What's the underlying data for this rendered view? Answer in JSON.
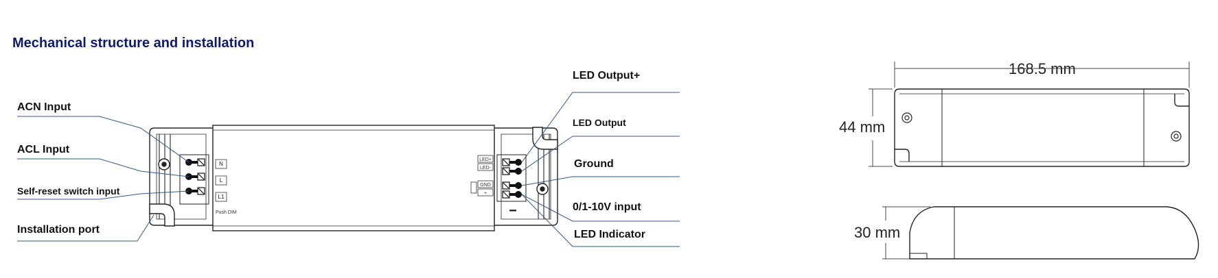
{
  "heading": "Mechanical structure and installation",
  "left_labels": {
    "acn": "ACN Input",
    "acl": "ACL Input",
    "self_reset": "Self-reset switch input",
    "install_port": "Installation port"
  },
  "right_labels": {
    "led_plus": "LED Output+",
    "led_minus": "LED Output",
    "ground": "Ground",
    "dim_input": "0/1-10V input",
    "indicator": "LED Indicator"
  },
  "terminals": {
    "n": "N",
    "l": "L",
    "l1": "L1",
    "push_dim": "Push DIM",
    "led_plus": "LED+",
    "led_minus": "LED-",
    "gnd": "GND",
    "plus": "+",
    "minus": "−"
  },
  "dimensions": {
    "length": "168.5 mm",
    "width": "44 mm",
    "height": "30 mm"
  },
  "colors": {
    "heading": "#0d1a72",
    "leader_line": "#2f5a8a",
    "outline": "#222222"
  }
}
